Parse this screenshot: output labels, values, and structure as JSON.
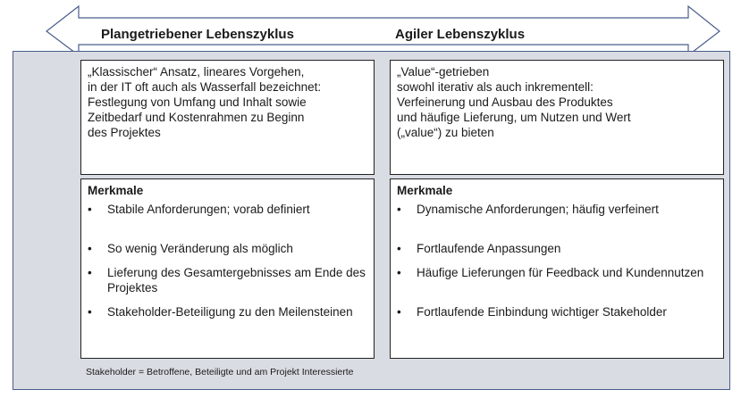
{
  "headers": {
    "left": "Plangetriebener Lebenszyklus",
    "right": "Agiler Lebenszyklus"
  },
  "left": {
    "intro": [
      "„Klassischer“ Ansatz,  lineares Vorgehen,",
      "in der IT oft auch als Wasserfall bezeichnet:",
      "Festlegung von Umfang und Inhalt sowie",
      "Zeitbedarf und Kostenrahmen zu Beginn",
      "des Projektes"
    ],
    "features_title": "Merkmale",
    "features": [
      "Stabile Anforderungen; vorab definiert",
      "So wenig Veränderung als möglich",
      "Lieferung des Gesamtergebnisses am Ende des Projektes",
      "Stakeholder-Beteiligung zu den Meilensteinen"
    ]
  },
  "right": {
    "intro": [
      "„Value“-getrieben",
      "sowohl iterativ als auch inkrementell:",
      "Verfeinerung und Ausbau des Produktes",
      "und häufige Lieferung, um Nutzen und Wert",
      "(„value“) zu bieten"
    ],
    "features_title": "Merkmale",
    "features": [
      "Dynamische Anforderungen; häufig verfeinert",
      "Fortlaufende Anpassungen",
      "Häufige Lieferungen für Feedback und Kundennutzen",
      "Fortlaufende Einbindung wichtiger Stakeholder"
    ]
  },
  "bullet_char": "•",
  "footnote": "Stakeholder = Betroffene, Beteiligte und am Projekt Interessierte",
  "colors": {
    "arrow_fill": "#ffffff",
    "arrow_stroke": "#4a5d8c",
    "panel_bg": "#d9dce2",
    "box_border": "#222222"
  }
}
